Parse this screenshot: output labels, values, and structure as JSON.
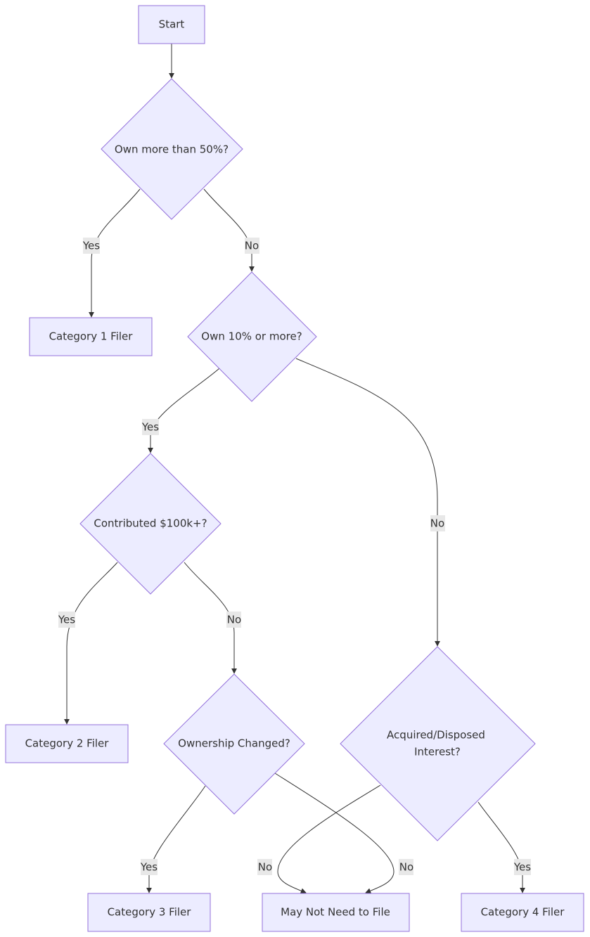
{
  "nodes": {
    "start": "Start",
    "q_own_50": "Own more than 50%?",
    "cat1": "Category 1 Filer",
    "q_own_10": "Own 10% or more?",
    "q_contributed": "Contributed $100k+?",
    "cat2": "Category 2 Filer",
    "q_ownership_changed": "Ownership Changed?",
    "q_acquired_line1": "Acquired/Disposed",
    "q_acquired_line2": "Interest?",
    "cat3": "Category 3 Filer",
    "may_not_file": "May Not Need to File",
    "cat4": "Category 4 Filer"
  },
  "edge_labels": {
    "own50_yes": "Yes",
    "own50_no": "No",
    "own10_yes": "Yes",
    "own10_no": "No",
    "contrib_yes": "Yes",
    "contrib_no": "No",
    "changed_yes": "Yes",
    "changed_no": "No",
    "acquired_no": "No",
    "acquired_yes": "Yes"
  },
  "colors": {
    "node_fill": "#ECECFF",
    "node_stroke": "#9370DB",
    "edge": "#333333",
    "label_bg": "#e8e8e8"
  }
}
